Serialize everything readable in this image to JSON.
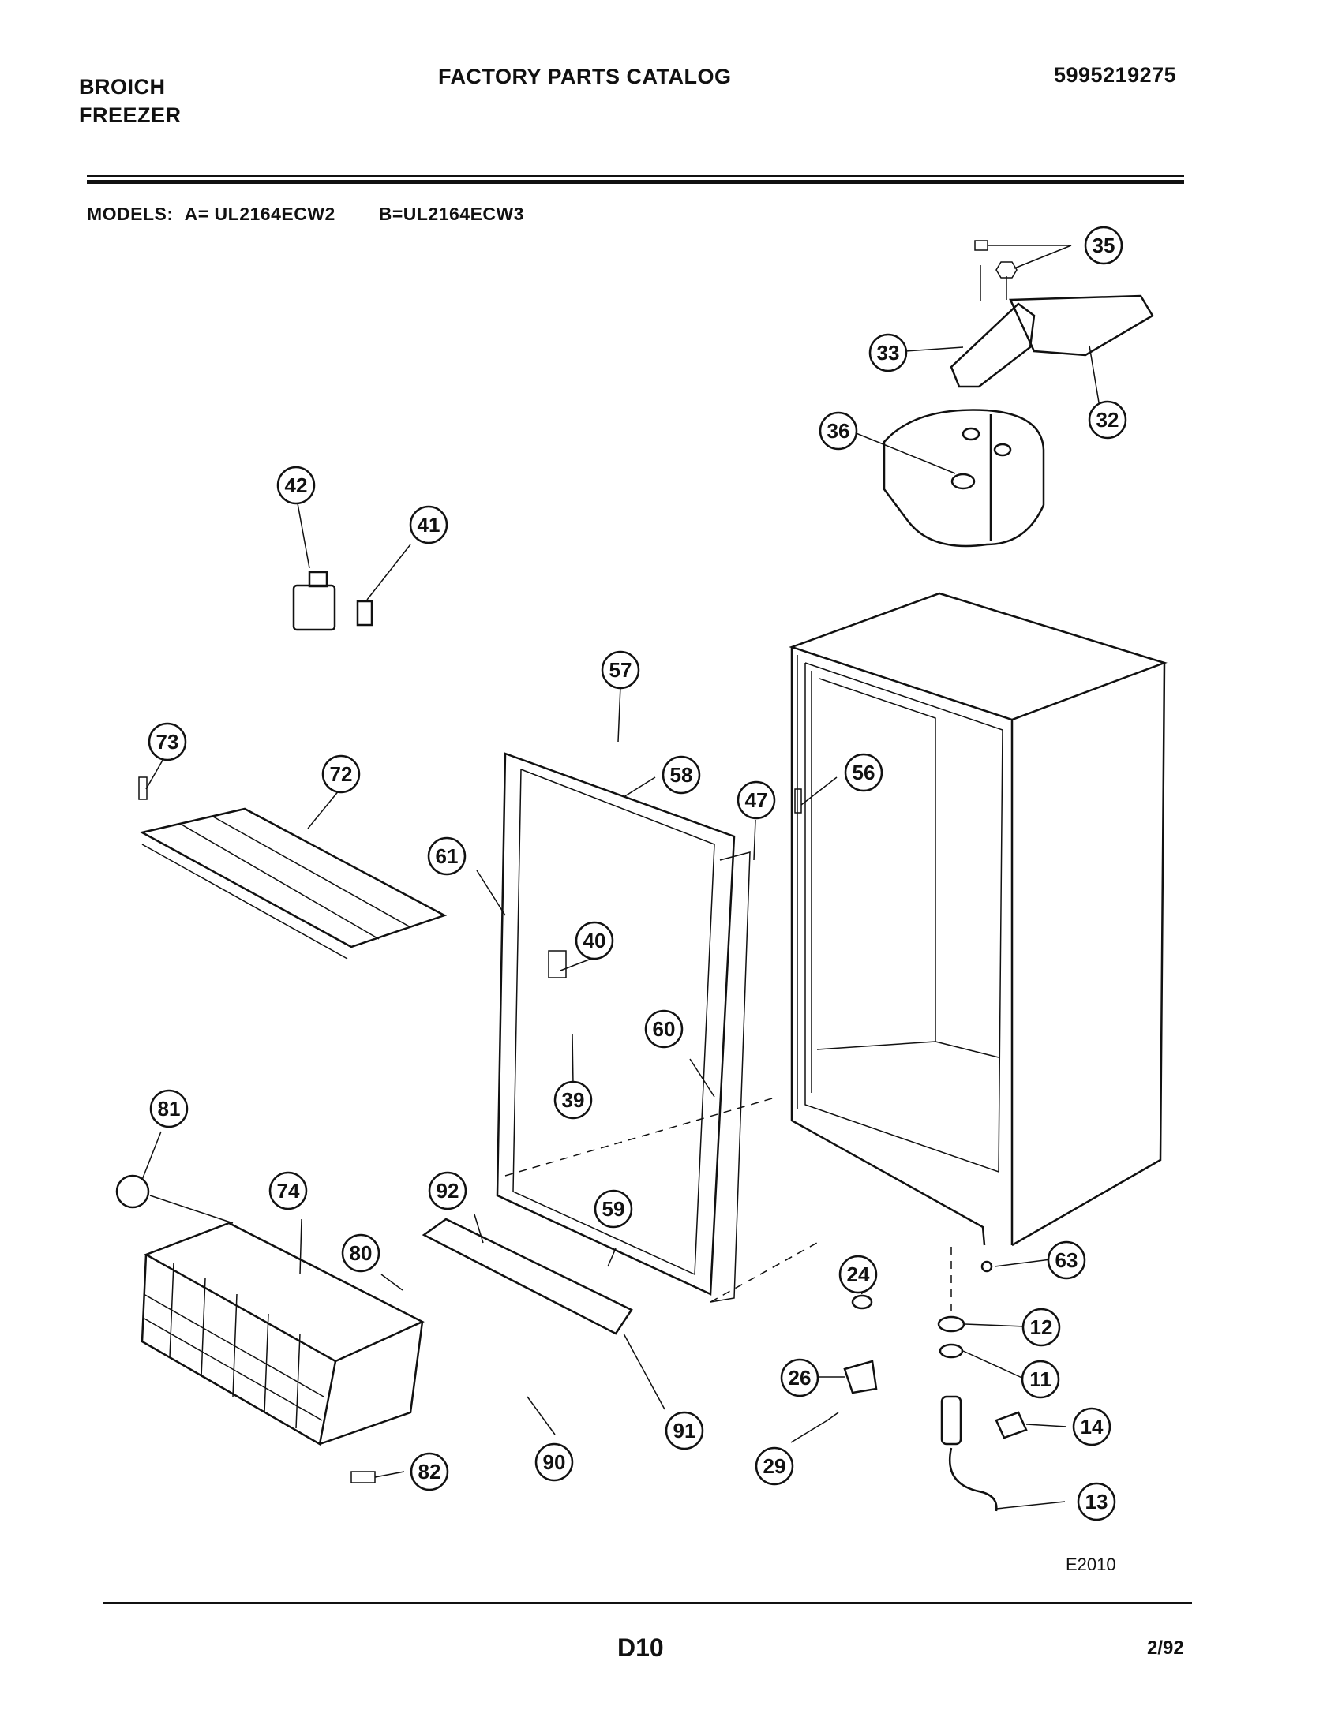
{
  "header": {
    "brand_line1": "BROICH",
    "brand_line2": "FREEZER",
    "title": "FACTORY PARTS CATALOG",
    "catalog_number": "5995219275"
  },
  "models": {
    "label": "MODELS:",
    "model_a": "A= UL2164ECW2",
    "model_b": "B=UL2164ECW3"
  },
  "diagram": {
    "callouts": [
      "35",
      "33",
      "32",
      "36",
      "42",
      "41",
      "57",
      "73",
      "72",
      "58",
      "47",
      "56",
      "61",
      "40",
      "60",
      "39",
      "81",
      "92",
      "59",
      "74",
      "80",
      "24",
      "63",
      "12",
      "11",
      "26",
      "14",
      "91",
      "90",
      "82",
      "29",
      "13"
    ],
    "figure_code": "E2010"
  },
  "footer": {
    "page": "D10",
    "date": "2/92"
  }
}
